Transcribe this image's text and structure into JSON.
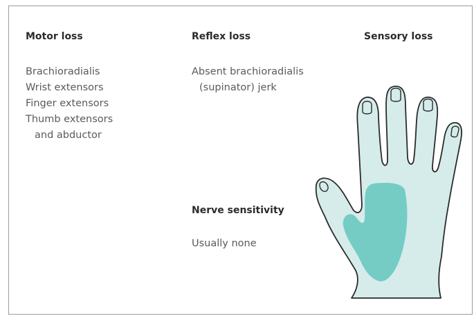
{
  "motor": {
    "heading": "Motor loss",
    "lines": [
      "Brachioradialis",
      "Wrist extensors",
      "Finger extensors",
      "Thumb extensors",
      "and abductor"
    ]
  },
  "reflex": {
    "heading": "Reflex loss",
    "lines": [
      "Absent brachioradialis",
      "(supinator) jerk"
    ]
  },
  "sensory": {
    "heading": "Sensory loss"
  },
  "nerve": {
    "heading": "Nerve sensitivity",
    "value": "Usually none"
  },
  "colors": {
    "hand_fill": "#d5ecea",
    "affected_area": "#74ccc5",
    "outline": "#2a2a2a",
    "border": "#9a9a9a"
  },
  "icons": {
    "hand": "hand-outline-icon"
  }
}
